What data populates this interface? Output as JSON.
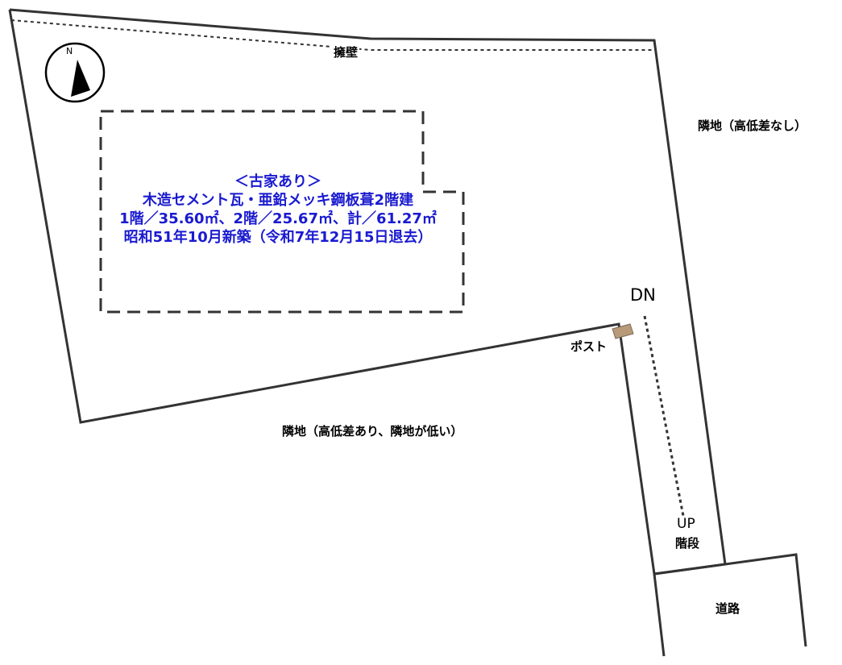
{
  "labels": {
    "retaining_wall": "擁壁",
    "neighbor_east": "隣地（高低差なし）",
    "neighbor_south": "隣地（高低差あり、隣地が低い）",
    "post": "ポスト",
    "dn": "DN",
    "up": "UP",
    "stairs": "階段",
    "road": "道路",
    "north": "N"
  },
  "house_info": {
    "line1": "＜古家あり＞",
    "line2": "木造セメント瓦・亜鉛メッキ鋼板葺2階建",
    "line3": "1階／35.60㎡、2階／25.67㎡、計／61.27㎡",
    "line4": "昭和51年10月新築（令和7年12月15日退去）"
  },
  "colors": {
    "info_text": "#1a1ad0",
    "post_fill": "#b89a78",
    "line": "#2b2b2b"
  }
}
